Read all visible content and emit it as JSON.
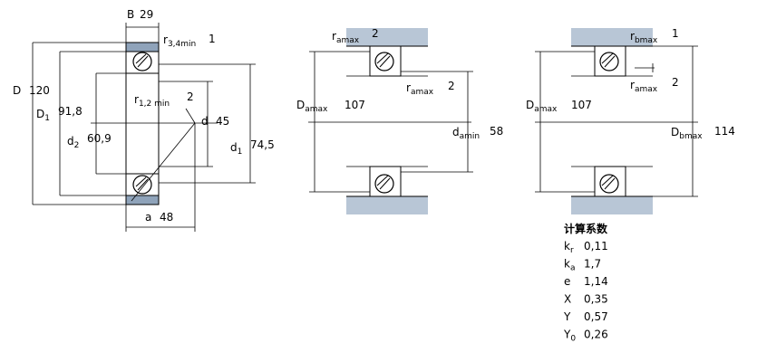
{
  "bearing": {
    "B": "29",
    "B_label": "B",
    "r34": {
      "sym": "r",
      "sub": "3,4min",
      "val": "1"
    },
    "r12": {
      "sym": "r",
      "sub": "1,2 min",
      "val": "2"
    },
    "D": {
      "sym": "D",
      "val": "120"
    },
    "D1": {
      "sym": "D",
      "sub": "1",
      "val": "91,8"
    },
    "d2": {
      "sym": "d",
      "sub": "2",
      "val": "60,9"
    },
    "d": {
      "sym": "d",
      "val": "45"
    },
    "d1": {
      "sym": "d",
      "sub": "1",
      "val": "74,5"
    },
    "a": {
      "sym": "a",
      "val": "48"
    }
  },
  "mount_left": {
    "ramax_top": {
      "sym": "r",
      "sub": "amax",
      "val": "2"
    },
    "ramax_mid": {
      "sym": "r",
      "sub": "amax",
      "val": "2"
    },
    "Damax": {
      "sym": "D",
      "sub": "amax",
      "val": "107"
    },
    "damin": {
      "sym": "d",
      "sub": "amin",
      "val": "58"
    }
  },
  "mount_right": {
    "rbmax": {
      "sym": "r",
      "sub": "bmax",
      "val": "1"
    },
    "ramax": {
      "sym": "r",
      "sub": "amax",
      "val": "2"
    },
    "Damax": {
      "sym": "D",
      "sub": "amax",
      "val": "107"
    },
    "Dbmax": {
      "sym": "D",
      "sub": "bmax",
      "val": "114"
    }
  },
  "factors": {
    "title": "计算系数",
    "items": [
      {
        "sym": "k",
        "sub": "r",
        "val": "0,11"
      },
      {
        "sym": "k",
        "sub": "a",
        "val": "1,7"
      },
      {
        "sym": "e",
        "sub": "",
        "val": "1,14"
      },
      {
        "sym": "X",
        "sub": "",
        "val": "0,35"
      },
      {
        "sym": "Y",
        "sub": "",
        "val": "0,57"
      },
      {
        "sym": "Y",
        "sub": "0",
        "val": "0,26"
      }
    ]
  }
}
